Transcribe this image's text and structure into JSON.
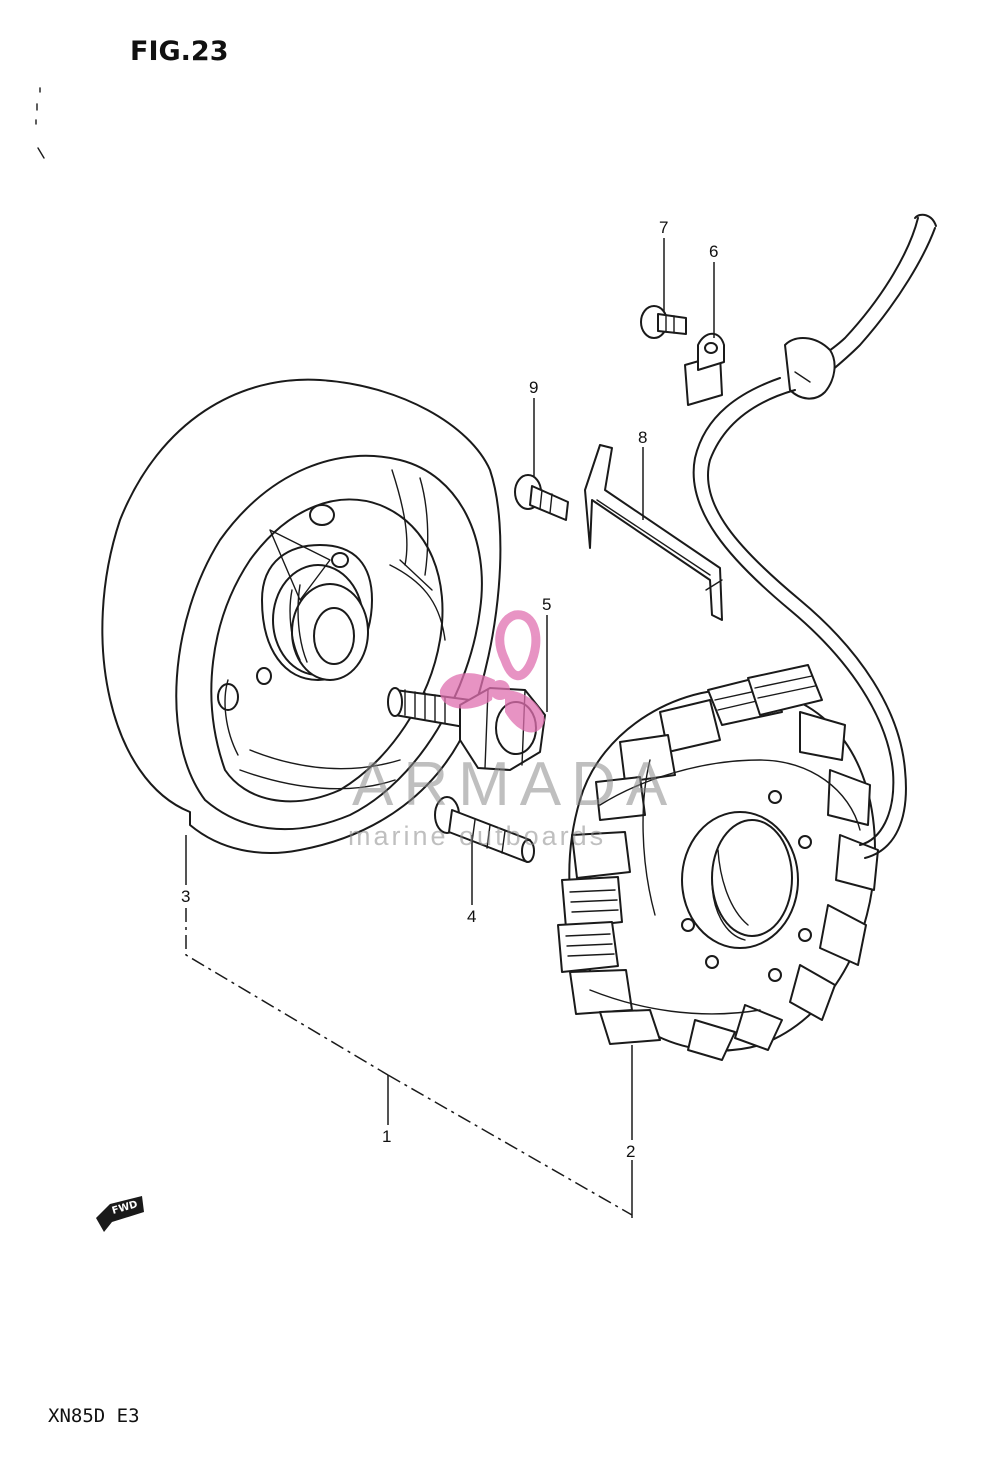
{
  "figure": {
    "title": "FIG.23",
    "model_code": "XN85D E3",
    "direction_badge": "FWD"
  },
  "callouts": [
    {
      "id": "1",
      "label": "1"
    },
    {
      "id": "2",
      "label": "2"
    },
    {
      "id": "3",
      "label": "3"
    },
    {
      "id": "4",
      "label": "4"
    },
    {
      "id": "5",
      "label": "5"
    },
    {
      "id": "6",
      "label": "6"
    },
    {
      "id": "7",
      "label": "7"
    },
    {
      "id": "8",
      "label": "8"
    },
    {
      "id": "9",
      "label": "9"
    }
  ],
  "watermark": {
    "brand": "ARMADA",
    "tagline": "marine outboards",
    "logo_color": "#e070b0",
    "text_color": "#8a8a8a"
  },
  "colors": {
    "line": "#1a1a1a",
    "background": "#ffffff"
  }
}
